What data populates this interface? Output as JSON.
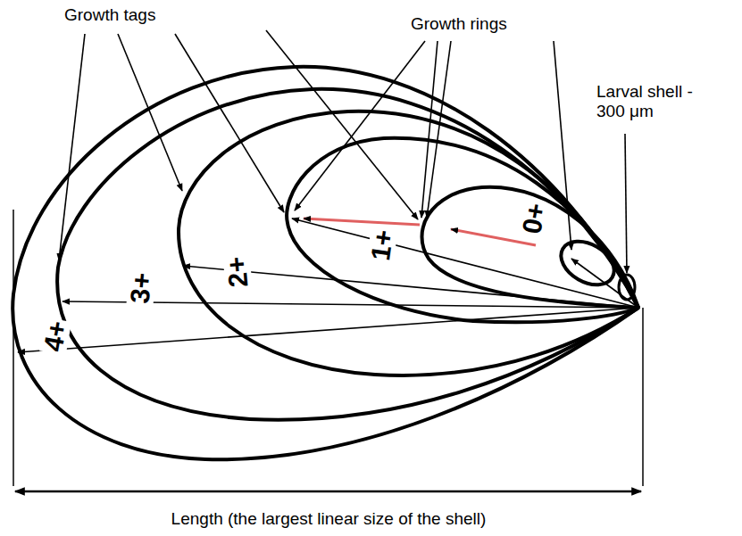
{
  "diagram": {
    "labels": [
      "Growth tags",
      "Growth rings",
      "Larval shell - 300 μm",
      "1+",
      "0+",
      "2+",
      "3+",
      "4+",
      "Length (the largest linear size of the shell)"
    ]
  }
}
